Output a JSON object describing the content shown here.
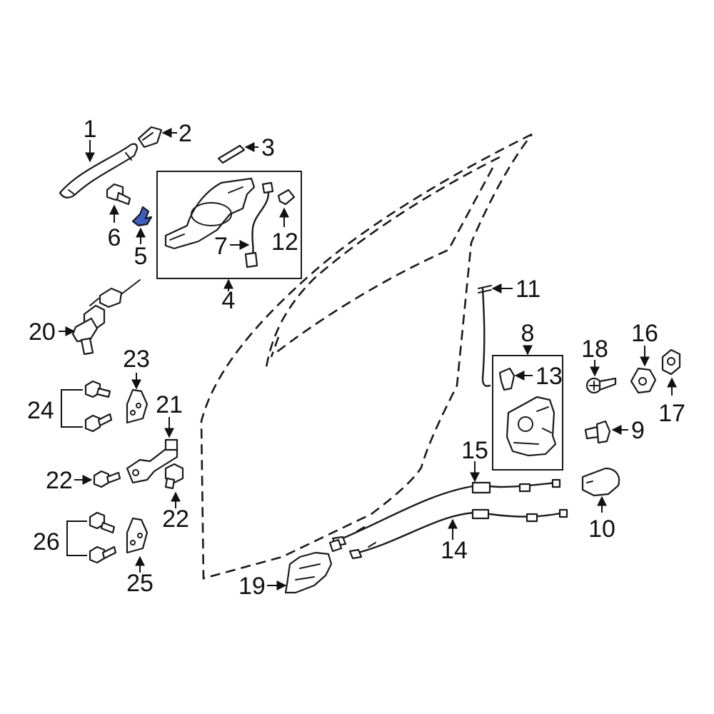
{
  "diagram": {
    "accent_color": "#3b5fc4",
    "callouts": {
      "c1": "1",
      "c2": "2",
      "c3": "3",
      "c4": "4",
      "c5": "5",
      "c6": "6",
      "c7": "7",
      "c8": "8",
      "c9": "9",
      "c10": "10",
      "c11": "11",
      "c12": "12",
      "c13": "13",
      "c14": "14",
      "c15": "15",
      "c16": "16",
      "c17": "17",
      "c18": "18",
      "c19": "19",
      "c20": "20",
      "c21": "21",
      "c22a": "22",
      "c22b": "22",
      "c23": "23",
      "c24": "24",
      "c25": "25",
      "c26": "26"
    }
  }
}
